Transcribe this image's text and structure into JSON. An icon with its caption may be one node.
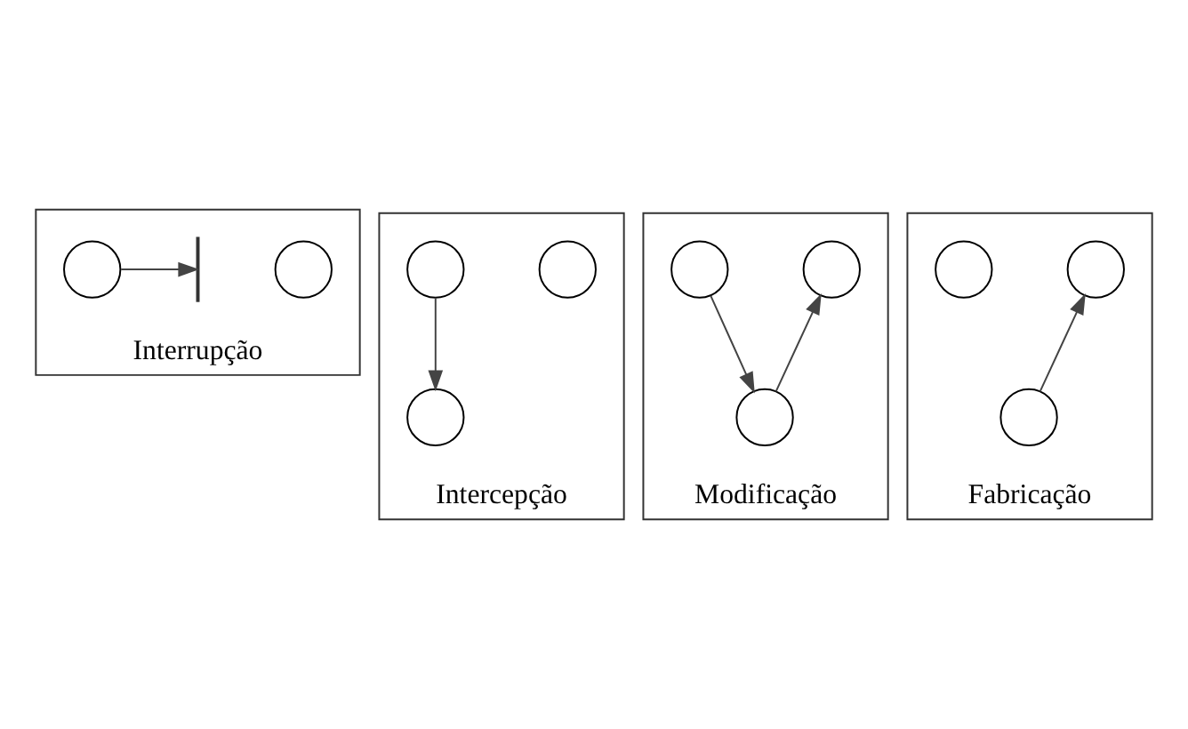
{
  "diagram": {
    "nodes": [
      {
        "text": [
          "Interrupção"
        ]
      },
      {
        "text": [],
        "shape": "circle",
        "in": 0
      },
      {
        "text": [],
        "shape": "bar",
        "in": 0
      },
      {
        "text": [],
        "shape": "circle",
        "in": 0
      },
      {
        "text": [
          "Intercepção"
        ]
      },
      {
        "text": [],
        "shape": "circle",
        "in": 4
      },
      {
        "text": [],
        "shape": "circle",
        "in": 4
      },
      {
        "text": [],
        "shape": "circle",
        "in": 4
      },
      {
        "text": [
          "Modificação"
        ]
      },
      {
        "text": [],
        "shape": "circle",
        "in": 8
      },
      {
        "text": [],
        "shape": "circle",
        "in": 8
      },
      {
        "text": [],
        "shape": "circle",
        "in": 8
      },
      {
        "text": [
          "Fabricação"
        ]
      },
      {
        "text": [],
        "shape": "circle",
        "in": 12
      },
      {
        "text": [],
        "shape": "circle",
        "in": 12
      },
      {
        "text": [],
        "shape": "circle",
        "in": 12
      }
    ],
    "edges": [
      {
        "from": 1,
        "to": 2,
        "arrow": "to"
      },
      {
        "from": 5,
        "to": 7,
        "arrow": "to"
      },
      {
        "from": 9,
        "to": 11,
        "arrow": "to"
      },
      {
        "from": 11,
        "to": 10,
        "arrow": "to"
      },
      {
        "from": 15,
        "to": 14,
        "arrow": "to"
      }
    ]
  }
}
